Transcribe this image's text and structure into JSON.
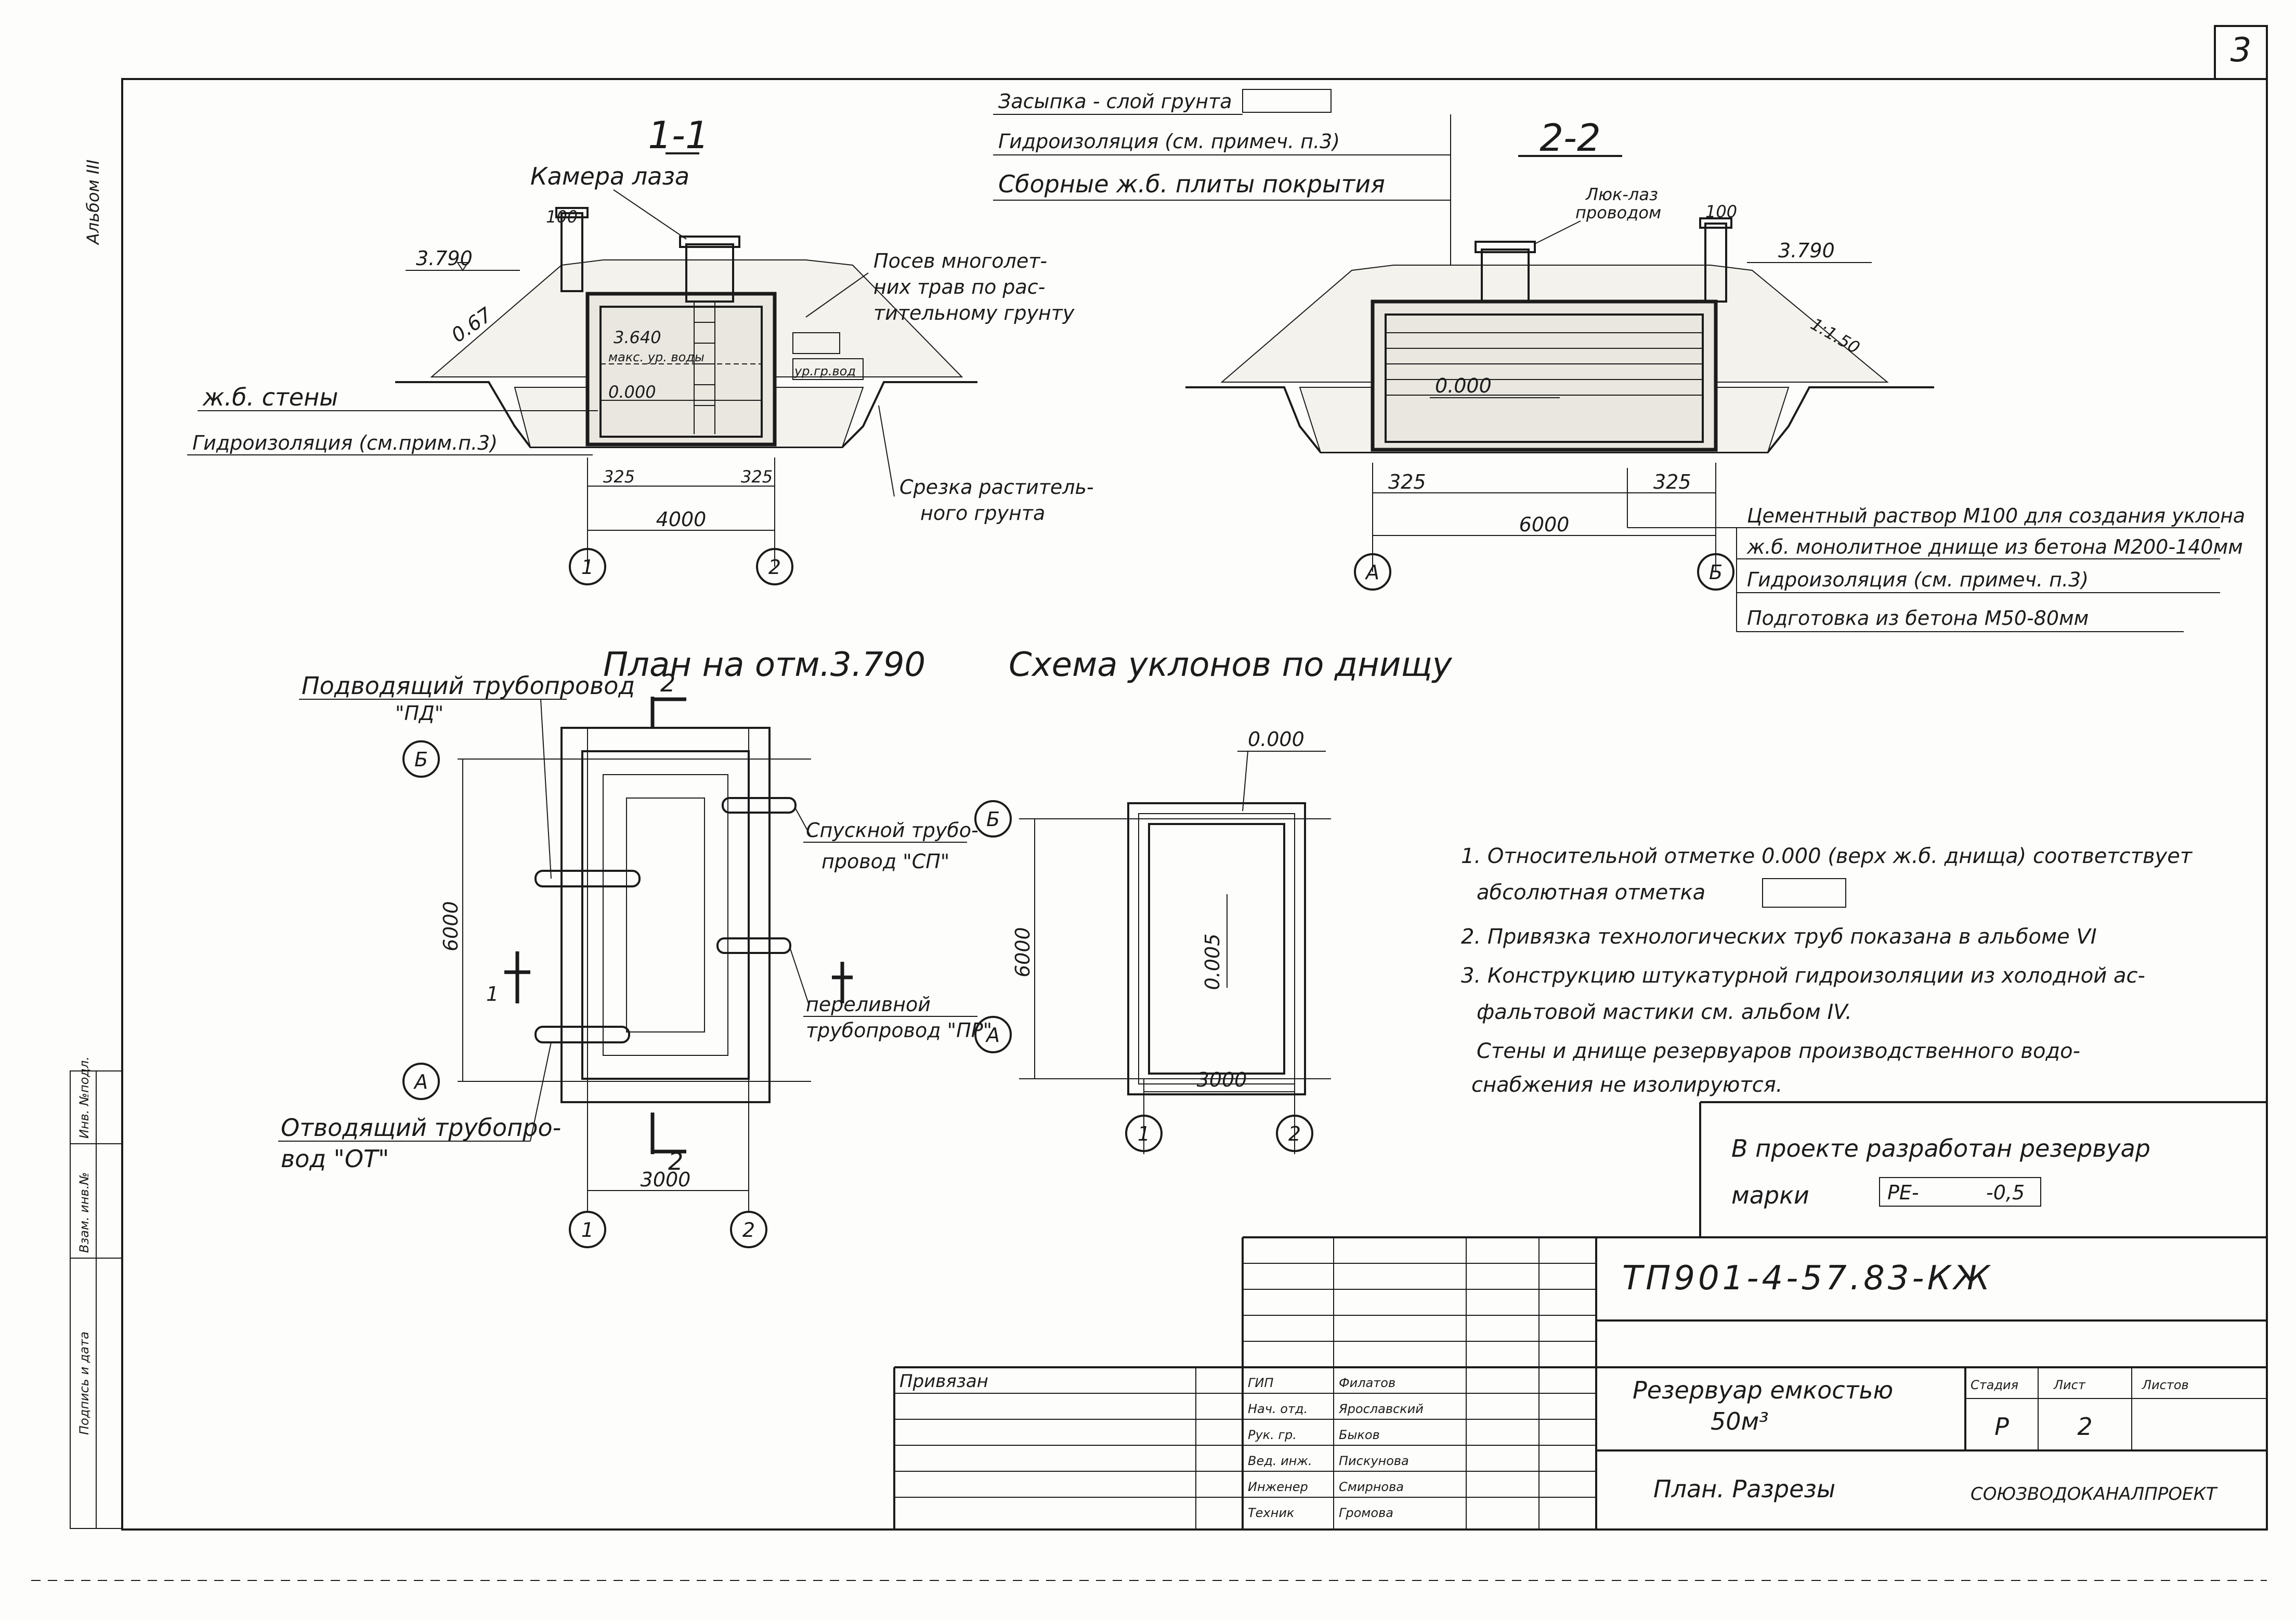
{
  "sheet_number": "3",
  "side_labels": {
    "top": "Альбом III",
    "inv": "Инв. №подл.",
    "sign": "Подпись и дата",
    "repl": "Взам. инв.№"
  },
  "section_11": {
    "title": "1-1",
    "chamber": "Камера лаза",
    "elev_3790": "3.790",
    "slope": "0.67",
    "cap_100": "100",
    "elev_3640": "3.640",
    "max_level": "макс. ур. воды",
    "groundwater": "ур.гр.вод",
    "elev_0000": "0.000",
    "walls": "ж.б. стены",
    "waterproof": "Гидроизоляция (см.прим.п.3)",
    "sowing_1": "Посев многолет-",
    "sowing_2": "них трав по рас-",
    "sowing_3": "тительному грунту",
    "cut_1": "Срезка раститель-",
    "cut_2": "ного грунта",
    "dim_325a": "325",
    "dim_325b": "325",
    "dim_4000": "4000",
    "axis_1": "1",
    "axis_2": "2"
  },
  "legend_top": {
    "backfill": "Засыпка - слой грунта",
    "waterproof": "Гидроизоляция (см. примеч. п.3)",
    "slabs": "Сборные ж.б. плиты покрытия"
  },
  "section_22": {
    "title": "2-2",
    "vent_1": "Люк-лаз",
    "vent_2": "проводом",
    "cap_100": "100",
    "elev_3790": "3.790",
    "slope": "1:1.50",
    "elev_0000": "0.000",
    "dim_325a": "325",
    "dim_325b": "325",
    "dim_6000": "6000",
    "axis_A": "А",
    "axis_B": "Б",
    "layers": [
      "Цементный раствор М100 для создания уклона",
      "ж.б. монолитное днище из бетона М200-140мм",
      "Гидроизоляция (см. примеч. п.3)",
      "Подготовка из бетона М50-80мм"
    ]
  },
  "plan": {
    "title": "План на отм.3.790",
    "inlet_1": "Подводящий трубопровод",
    "inlet_2": "\"ПД\"",
    "drain_1": "Спускной трубо-",
    "drain_2": "провод \"СП\"",
    "overflow_1": "переливной",
    "overflow_2": "трубопровод \"ПР\"",
    "outlet_1": "Отводящий трубопро-",
    "outlet_2": "вод \"ОТ\"",
    "cut_label": "2",
    "cut_1": "1",
    "dim_6000": "6000",
    "dim_3000": "3000",
    "axis_B": "Б",
    "axis_A": "А",
    "axis_1": "1",
    "axis_2": "2"
  },
  "slope_scheme": {
    "title": "Схема уклонов по днищу",
    "elev": "0.000",
    "slope": "0.005",
    "dim_6000": "6000",
    "dim_3000": "3000",
    "axis_B": "Б",
    "axis_A": "А",
    "axis_1": "1",
    "axis_2": "2"
  },
  "notes": [
    "1. Относительной отметке 0.000 (верх ж.б. днища) соответствует",
    "абсолютная отметка",
    "2. Привязка технологических труб показана в альбоме VI",
    "3. Конструкцию штукатурной гидроизоляции из холодной ас-",
    "фальтовой мастики см. альбом IV.",
    "Стены и днище резервуаров производственного водо-",
    "снабжения не изолируются."
  ],
  "project_box": {
    "line1": "В проекте разработан резервуар",
    "label": "марки",
    "mark": "РЕ-",
    "mark2": "-0,5"
  },
  "stamp": {
    "code": "ТП901-4-57.83-КЖ",
    "attached": "Привязан",
    "title_1": "Резервуар емкостью",
    "title_2": "50м³",
    "sheet_title": "План. Разрезы",
    "stage_hdr": "Стадия",
    "sheet_hdr": "Лист",
    "sheets_hdr": "Листов",
    "stage": "Р",
    "sheet": "2",
    "org": "СОЮЗВОДОКАНАЛПРОЕКТ",
    "roles": [
      "ГИП",
      "Нач. отд.",
      "Рук. гр.",
      "Вед. инж.",
      "Инженер",
      "Техник"
    ],
    "names": [
      "Филатов",
      "Ярославский",
      "Быков",
      "Пискунова",
      "Смирнова",
      "Громова"
    ]
  }
}
